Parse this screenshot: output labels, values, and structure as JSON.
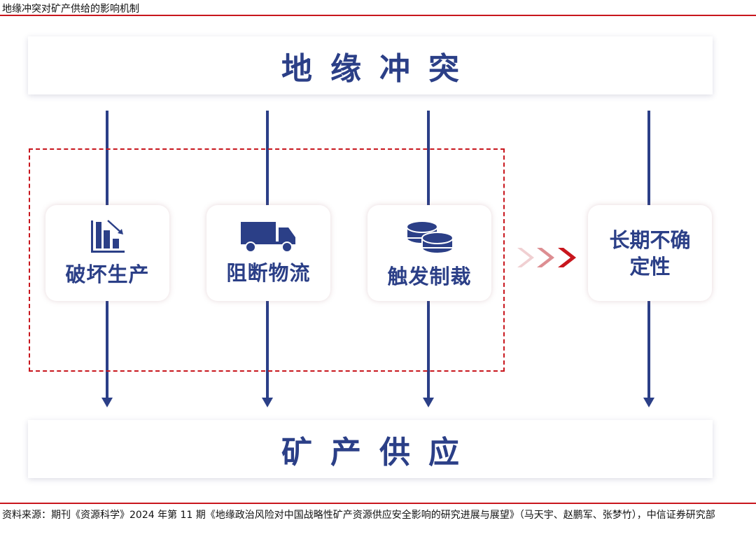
{
  "title": "地缘冲突对矿产供给的影响机制",
  "top_banner": "地缘冲突",
  "bottom_banner": "矿产供应",
  "cards": [
    {
      "label": "破坏生产",
      "icon": "declining-bar-chart-icon"
    },
    {
      "label": "阻断物流",
      "icon": "truck-icon"
    },
    {
      "label": "触发制裁",
      "icon": "coins-icon"
    },
    {
      "label": "长期不确定性"
    }
  ],
  "colors": {
    "navy": "#2b3f87",
    "red": "#c8161d"
  },
  "source": "资料来源：期刊《资源科学》2024 年第 11 期《地缘政治风险对中国战略性矿产资源供应安全影响的研究进展与展望》（马天宇、赵鹏军、张梦竹），中信证券研究部"
}
